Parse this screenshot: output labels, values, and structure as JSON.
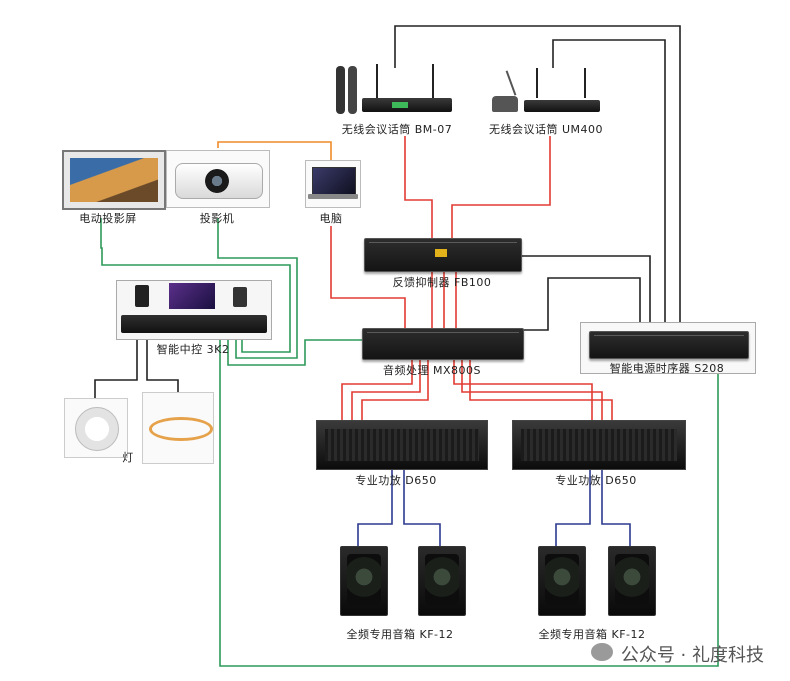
{
  "labels": {
    "wireless_mic_bm07": "无线会议话筒 BM-07",
    "wireless_mic_um400": "无线会议话筒 UM400",
    "screen": "电动投影屏",
    "projector": "投影机",
    "laptop": "电脑",
    "feedback": "反馈抑制器 FB100",
    "control": "智能中控 3K2",
    "mixer": "音频处理 MX800S",
    "sequencer": "智能电源时序器 S208",
    "amp_left": "专业功放 D650",
    "amp_right": "专业功放 D650",
    "light_label": "灯",
    "speakers_left": "全频专用音箱 KF-12",
    "speakers_right": "全频专用音箱 KF-12"
  },
  "watermark": "公众号 · 礼度科技",
  "colors": {
    "audio": "#e23b33",
    "control": "#2e9a5a",
    "power": "#222222",
    "video": "#f08c2a",
    "speaker": "#2d3a8f"
  },
  "icons": {
    "wireless_mic_bm07": "handheld-mic-receiver-icon",
    "wireless_mic_um400": "gooseneck-mic-receiver-icon",
    "screen": "projection-screen-icon",
    "projector": "projector-icon",
    "laptop": "laptop-icon",
    "control": "control-panel-icon",
    "ceiling_speaker": "ceiling-speaker-icon",
    "led_strip": "led-strip-icon",
    "amplifier": "amplifier-icon",
    "speaker": "speaker-cabinet-icon"
  }
}
